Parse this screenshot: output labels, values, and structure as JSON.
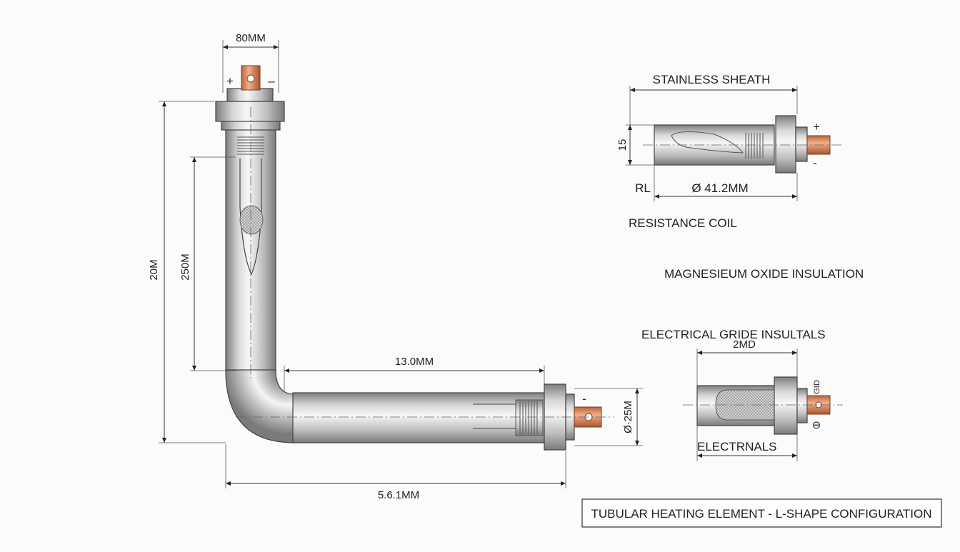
{
  "main_view": {
    "dim_top_width": "80MM",
    "terminal_plus": "+",
    "terminal_minus": "–",
    "dim_overall_height": "20M",
    "dim_vertical_leg": "250M",
    "dim_horizontal_leg": "13.0MM",
    "dim_overall_length": "5.6.1MM",
    "dim_diameter": "Ø·25M",
    "end_terminal_minus": "-"
  },
  "detail_top": {
    "title": "STAINLESS SHEATH",
    "dim_height": "15",
    "dim_rl": "RL",
    "dim_diameter": "Ø 41.2MM",
    "terminal_plus": "+",
    "terminal_minus": "-"
  },
  "labels": {
    "resistance_coil": "RESISTANCE COIL",
    "mgo_insulation": "MAGNESIEUM OXIDE INSULATION",
    "electrical_grade": "ELECTRICAL GRIDE INSULTALS"
  },
  "detail_bottom": {
    "dim_length": "2MD",
    "terminal_top": "GID",
    "terminal_bottom": "⊖",
    "label": "ELECTRNALS"
  },
  "title_block": {
    "title": "TUBULAR HEATING ELEMENT - L-SHAPE CONFIGURATION"
  },
  "colors": {
    "steel_dark": "#8f8f8f",
    "steel_light": "#f2f2f2",
    "copper": "#d98a5c",
    "line": "#333333"
  }
}
